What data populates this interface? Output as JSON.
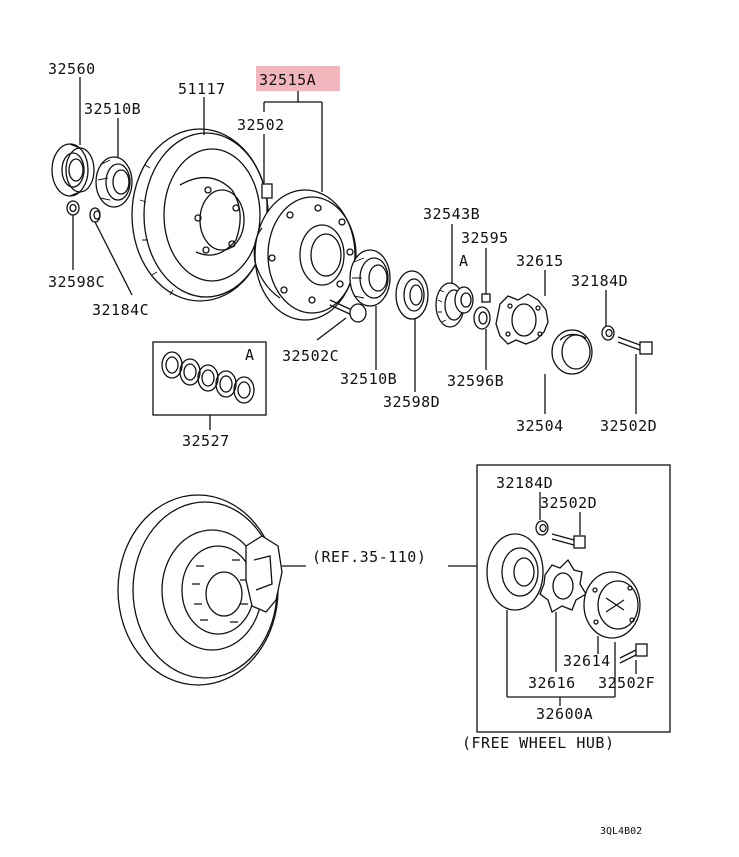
{
  "labels": {
    "p32560": "32560",
    "p51117": "51117",
    "p32515A": "32515A",
    "p32510B_top": "32510B",
    "p32502": "32502",
    "p32543B": "32543B",
    "p32595": "32595",
    "pA_hub": "A",
    "p32615": "32615",
    "p32184D_top": "32184D",
    "p32598C": "32598C",
    "p32184C": "32184C",
    "p32502C": "32502C",
    "p32510B_low": "32510B",
    "p32596B": "32596B",
    "p32598D": "32598D",
    "p32504": "32504",
    "p32502D_top": "32502D",
    "pA_box": "A",
    "p32527": "32527",
    "ref": "(REF.35-110)",
    "p32184D_fw": "32184D",
    "p32502D_fw": "32502D",
    "p32614": "32614",
    "p32616": "32616",
    "p32502F": "32502F",
    "p32600A": "32600A",
    "free_wheel": "(FREE WHEEL HUB)",
    "code": "3QL4B02"
  },
  "highlight_color": "#f4b6bd",
  "line_color": "#111111"
}
